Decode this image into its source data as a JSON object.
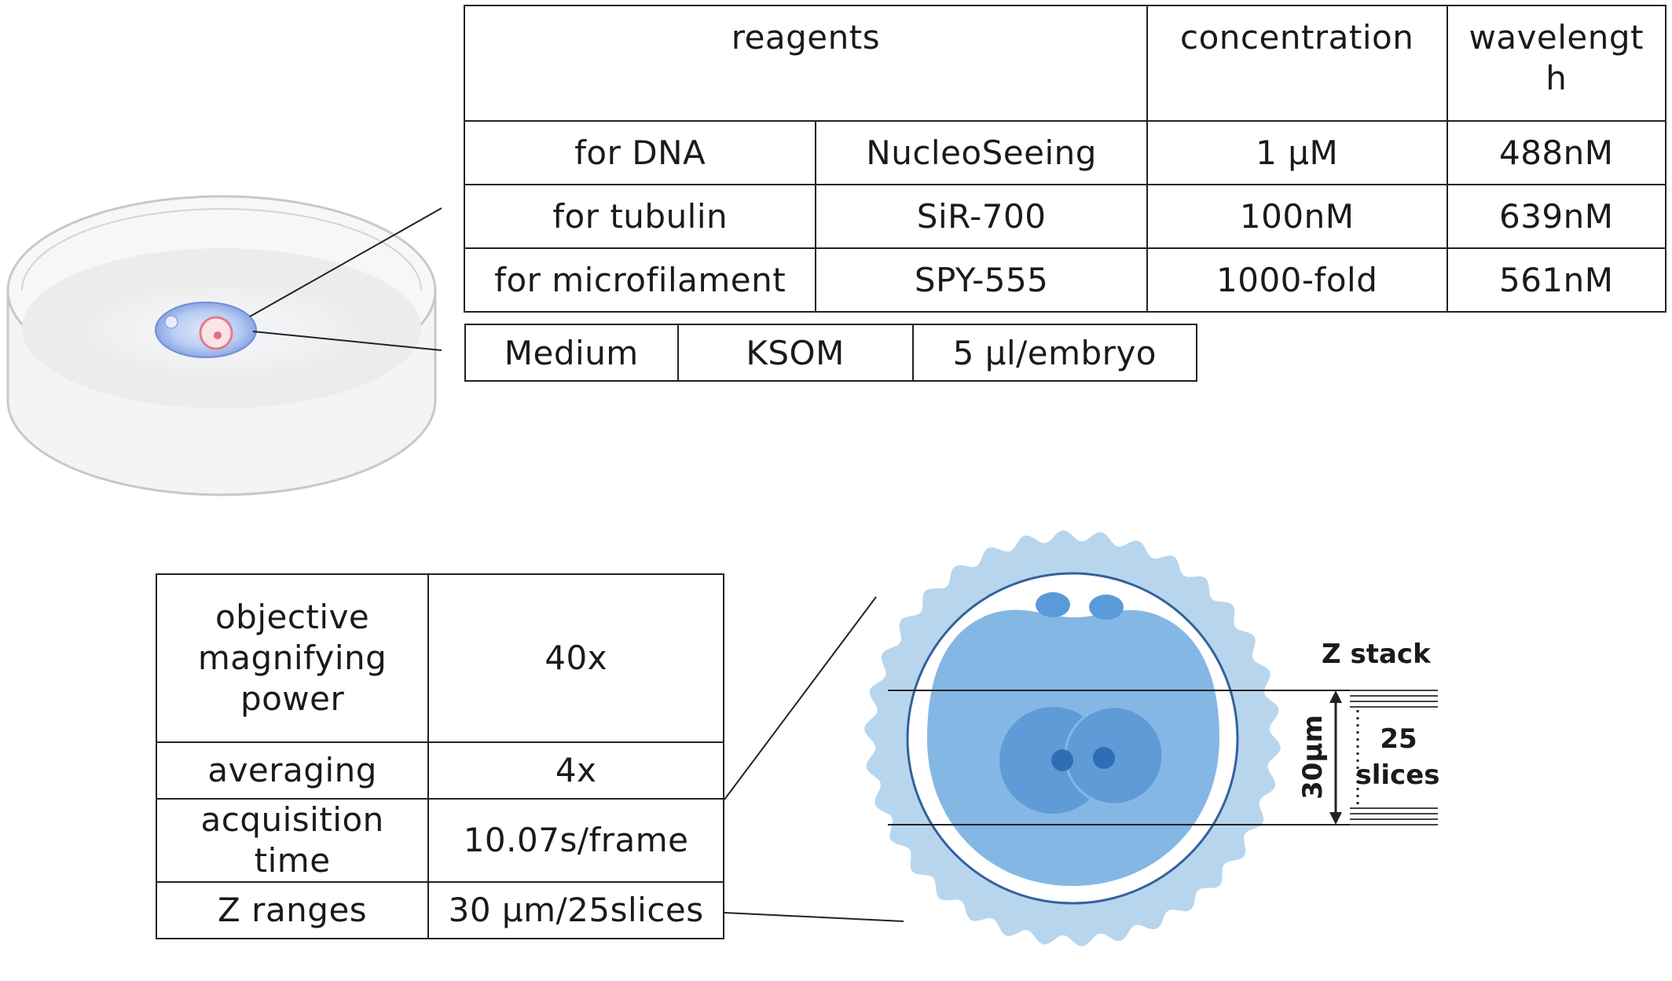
{
  "reagent_table": {
    "headers": [
      "reagents",
      "concentration",
      "wavelength"
    ],
    "rows": [
      {
        "target": "for DNA",
        "reagent": "NucleoSeeing",
        "concentration": "1 μM",
        "wavelength": "488nM"
      },
      {
        "target": "for tubulin",
        "reagent": "SiR-700",
        "concentration": "100nM",
        "wavelength": "639nM"
      },
      {
        "target": "for microfilament",
        "reagent": "SPY-555",
        "concentration": "1000-fold",
        "wavelength": "561nM"
      }
    ]
  },
  "medium_table": {
    "label": "Medium",
    "name": "KSOM",
    "volume": "5 μl/embryo"
  },
  "imaging_table": {
    "rows": [
      {
        "param": "objective magnifying power",
        "value": "40x"
      },
      {
        "param": "averaging",
        "value": "4x"
      },
      {
        "param": "acquisition time",
        "value": "10.07s/frame"
      },
      {
        "param": "Z ranges",
        "value": "30 μm/25slices"
      }
    ]
  },
  "embryo_diagram": {
    "z_stack_label": "Z stack",
    "depth_label": "30μm",
    "slices_count": "25",
    "slices_word": "slices"
  },
  "colors": {
    "zona": "#b7d6ee",
    "cytoplasm": "#83b6e4",
    "pronucleus": "#5f9bd7",
    "nucleolus": "#3473b8",
    "polar_body": "#4f8fd0",
    "dish_rim": "#c8c8c8"
  }
}
